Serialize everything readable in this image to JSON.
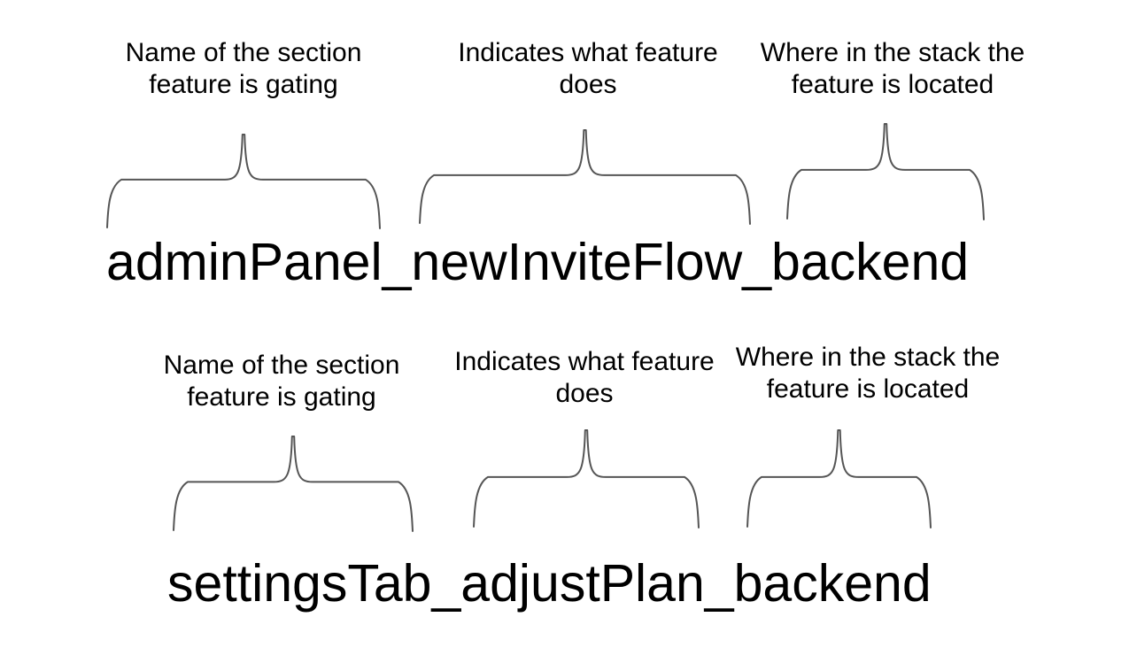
{
  "diagram": {
    "background_color": "#ffffff",
    "text_color": "#000000",
    "brace_color": "#555555",
    "examples": [
      {
        "flag_name": "adminPanel_newInviteFlow_backend",
        "parts": [
          {
            "name": "section",
            "annotation": [
              "Name of the section",
              "feature is gating"
            ]
          },
          {
            "name": "feature",
            "annotation": [
              "Indicates what feature",
              "does"
            ]
          },
          {
            "name": "stack",
            "annotation": [
              "Where in the stack the",
              "feature is located"
            ]
          }
        ]
      },
      {
        "flag_name": "settingsTab_adjustPlan_backend",
        "parts": [
          {
            "name": "section",
            "annotation": [
              "Name of the section",
              "feature is gating"
            ]
          },
          {
            "name": "feature",
            "annotation": [
              "Indicates what feature",
              "does"
            ]
          },
          {
            "name": "stack",
            "annotation": [
              "Where in the stack the",
              "feature is located"
            ]
          }
        ]
      }
    ]
  }
}
